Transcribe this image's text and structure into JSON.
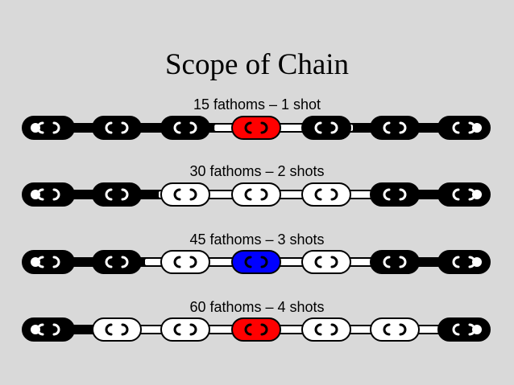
{
  "title": "Scope of Chain",
  "rows": [
    {
      "label": "15 fathoms – 1 shot"
    },
    {
      "label": "30 fathoms – 2 shots"
    },
    {
      "label": "45 fathoms – 3 shots"
    },
    {
      "label": "60 fathoms – 4 shots"
    }
  ],
  "colors": {
    "background": "#d9d9d9",
    "chain_stowed": "#000000",
    "chain_paid_out": "#ffffff",
    "marker_red": "#ff0000",
    "marker_blue": "#0000ff"
  }
}
